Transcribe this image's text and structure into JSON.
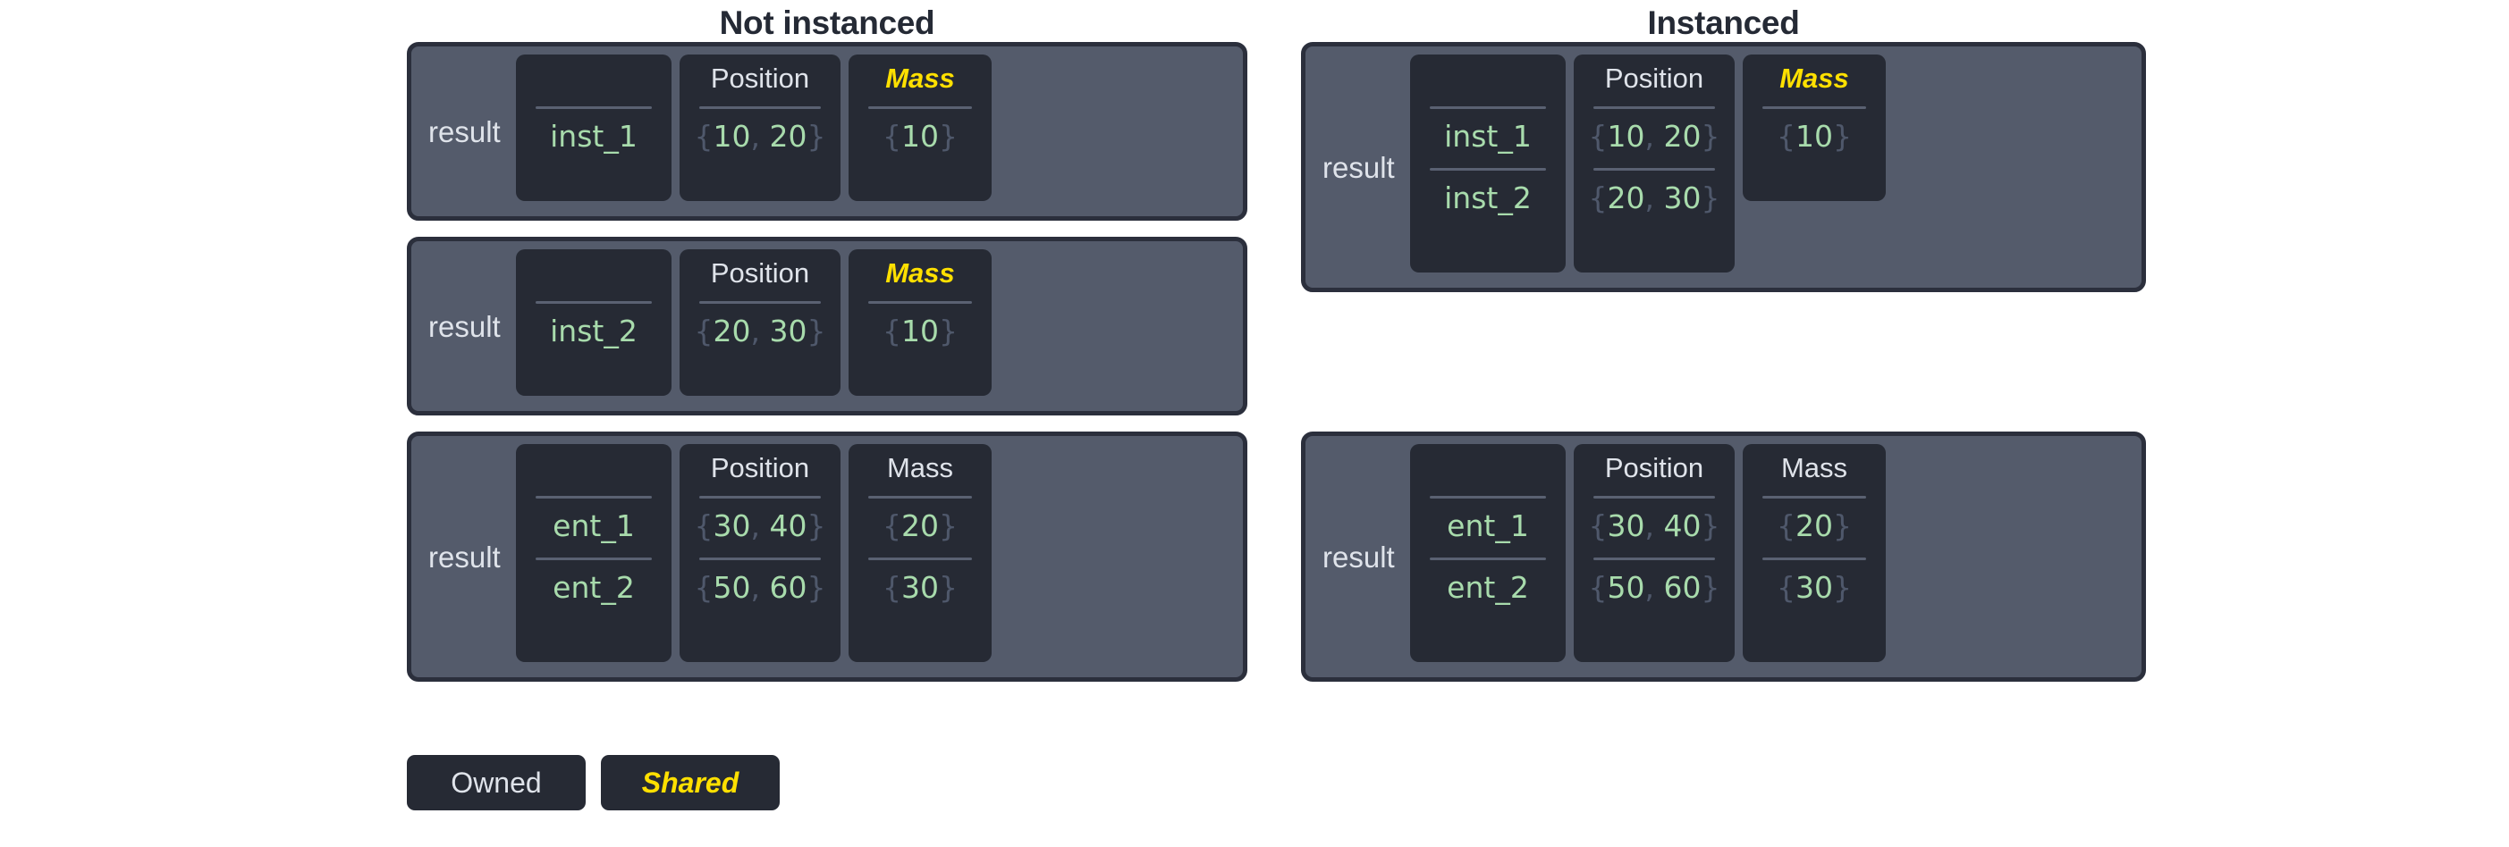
{
  "columns": [
    {
      "title": "Not instanced",
      "tables": [
        {
          "label": "result",
          "headers": [
            "",
            "Position",
            "Mass"
          ],
          "header_kinds": [
            "blank",
            "owned",
            "shared"
          ],
          "rows": [
            {
              "id": "inst_1",
              "position": "{10, 20}",
              "mass": "{10}"
            }
          ],
          "mass_rowspan": 1
        },
        {
          "label": "result",
          "headers": [
            "",
            "Position",
            "Mass"
          ],
          "header_kinds": [
            "blank",
            "owned",
            "shared"
          ],
          "rows": [
            {
              "id": "inst_2",
              "position": "{20, 30}",
              "mass": "{10}"
            }
          ],
          "mass_rowspan": 1
        },
        {
          "label": "result",
          "headers": [
            "",
            "Position",
            "Mass"
          ],
          "header_kinds": [
            "blank",
            "owned",
            "owned"
          ],
          "rows": [
            {
              "id": "ent_1",
              "position": "{30, 40}",
              "mass": "{20}"
            },
            {
              "id": "ent_2",
              "position": "{50, 60}",
              "mass": "{30}"
            }
          ],
          "mass_rowspan": 2
        }
      ]
    },
    {
      "title": "Instanced",
      "tables": [
        {
          "label": "result",
          "headers": [
            "",
            "Position",
            "Mass"
          ],
          "header_kinds": [
            "blank",
            "owned",
            "shared"
          ],
          "rows": [
            {
              "id": "inst_1",
              "position": "{10, 20}",
              "mass": "{10}"
            },
            {
              "id": "inst_2",
              "position": "{20, 30}",
              "mass": ""
            }
          ],
          "mass_rowspan": 1
        },
        {
          "label": "result",
          "headers": [
            "",
            "Position",
            "Mass"
          ],
          "header_kinds": [
            "blank",
            "owned",
            "owned"
          ],
          "rows": [
            {
              "id": "ent_1",
              "position": "{30, 40}",
              "mass": "{20}"
            },
            {
              "id": "ent_2",
              "position": "{50, 60}",
              "mass": "{30}"
            }
          ],
          "mass_rowspan": 2
        }
      ]
    }
  ],
  "legend": [
    {
      "label": "Owned",
      "kind": "owned"
    },
    {
      "label": "Shared",
      "kind": "shared"
    }
  ],
  "colors": {
    "background": "#ffffff",
    "title": "#252a35",
    "panel_fill": "#545b6b",
    "panel_border": "#2b2f3c",
    "cell_fill": "#262a34",
    "owned_text": "#dfe3ea",
    "shared_text": "#ffe000",
    "value_text": "#a8dbac",
    "brace_text": "#4f586b",
    "rule": "#5a6172"
  }
}
